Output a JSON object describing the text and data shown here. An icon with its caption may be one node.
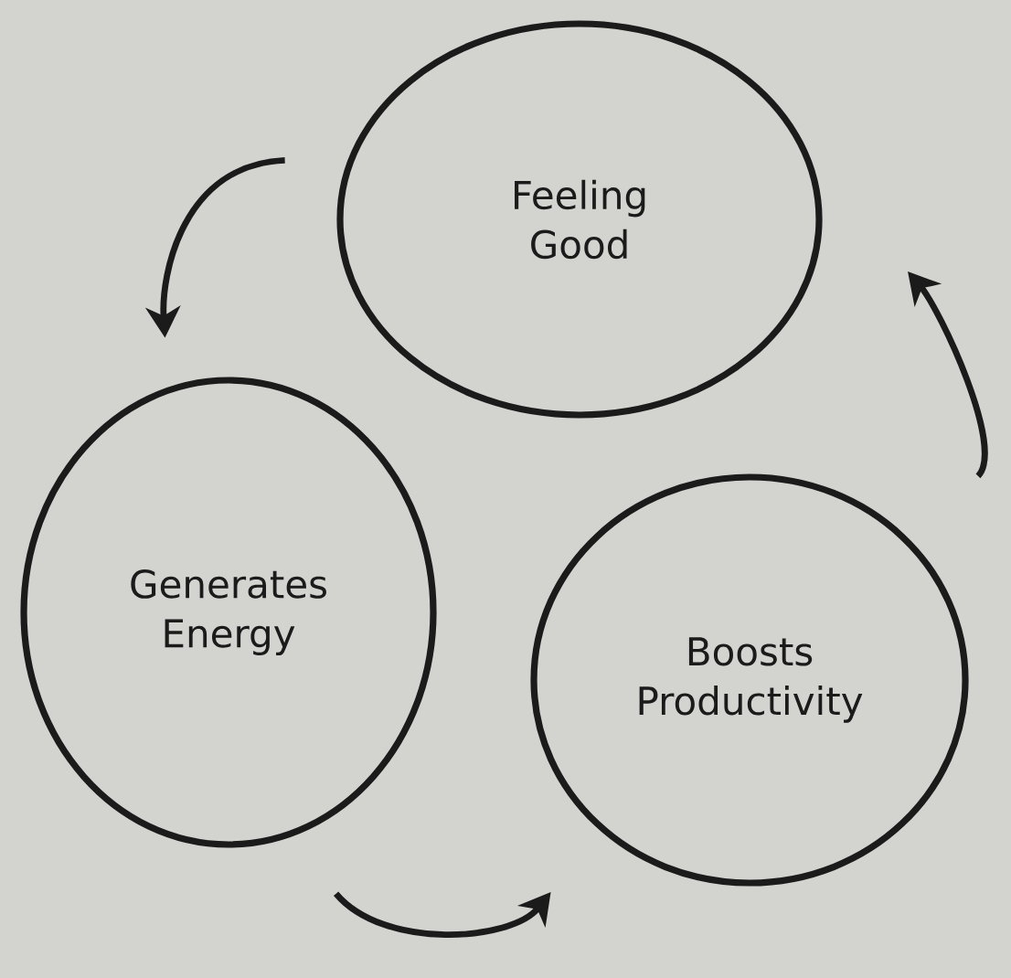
{
  "diagram": {
    "nodes": [
      {
        "text": [
          "Feeling Good"
        ]
      },
      {
        "text": [
          "Generates Energy"
        ]
      },
      {
        "text": [
          "Boosts Productivity"
        ]
      }
    ],
    "edges": [
      {
        "from": 0,
        "to": 1,
        "arrow": "to"
      },
      {
        "from": 1,
        "to": 2,
        "arrow": "to"
      },
      {
        "from": 2,
        "to": 0,
        "arrow": "to"
      }
    ]
  }
}
